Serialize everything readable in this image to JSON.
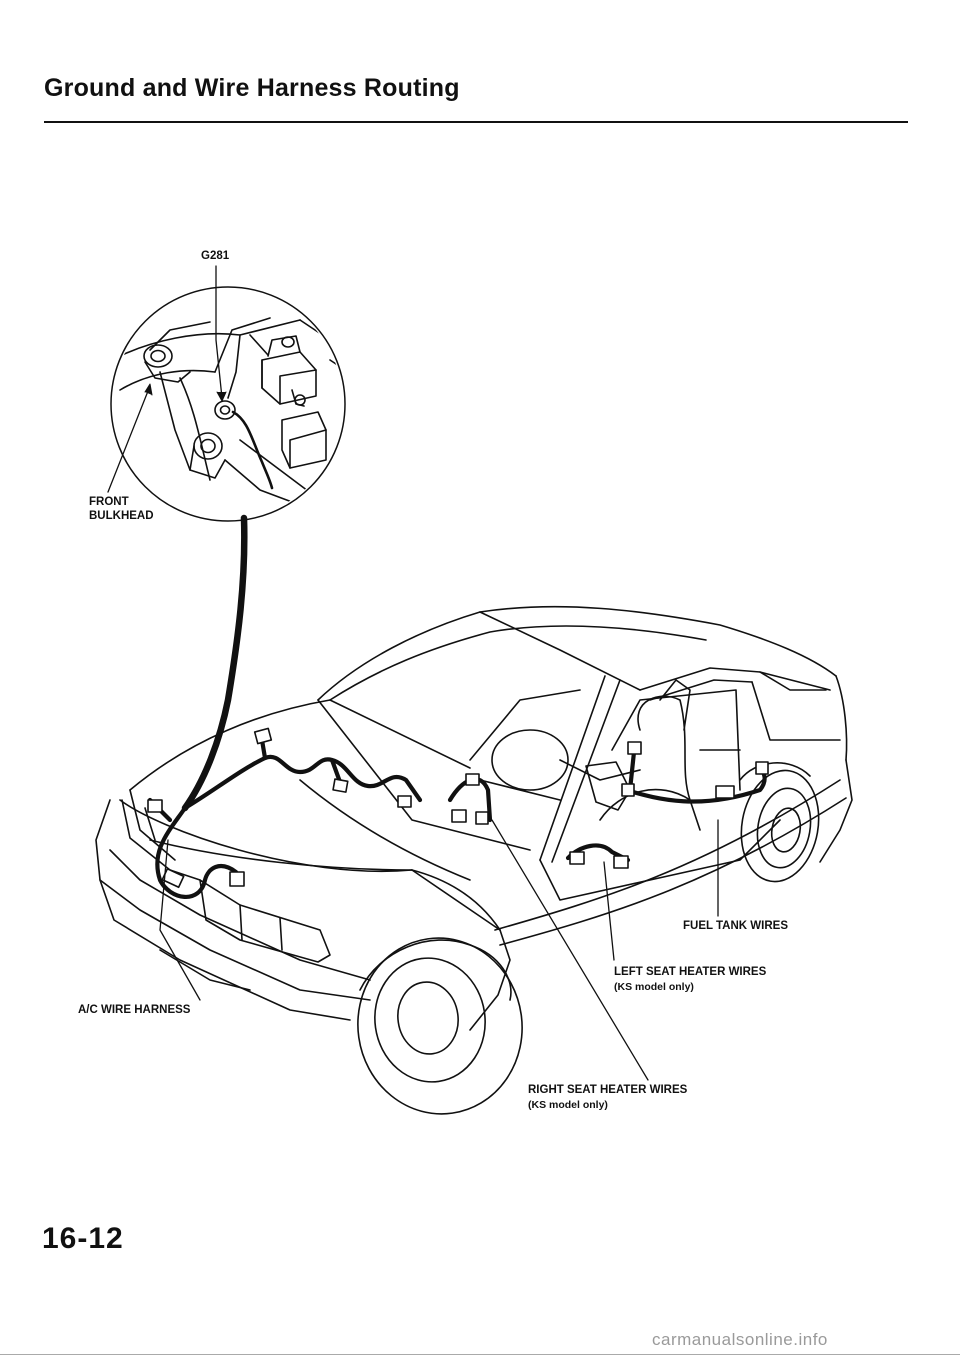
{
  "header": {
    "title": "Ground and Wire Harness Routing"
  },
  "labels": {
    "g281": "G281",
    "front_bulkhead_line1": "FRONT",
    "front_bulkhead_line2": "BULKHEAD",
    "fuel_tank_wires": "FUEL TANK WIRES",
    "left_seat_heater": "LEFT SEAT HEATER WIRES",
    "left_seat_heater_note": "(KS model only)",
    "ac_wire_harness": "A/C WIRE HARNESS",
    "right_seat_heater": "RIGHT SEAT HEATER WIRES",
    "right_seat_heater_note": "(KS model only)"
  },
  "footer": {
    "page_number": "16-12",
    "watermark": "carmanualsonline.info"
  }
}
